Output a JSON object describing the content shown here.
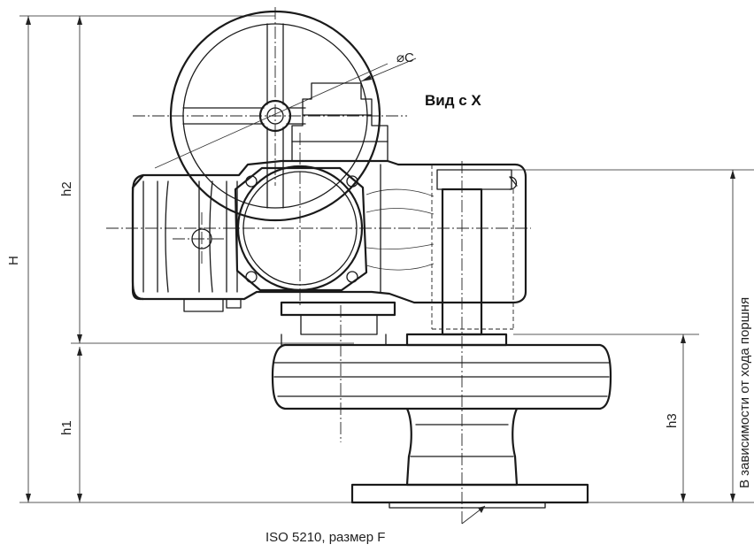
{
  "labels": {
    "view_title": "Вид с X",
    "diameter": "⌀C",
    "total_height": "H",
    "h1": "h1",
    "h2": "h2",
    "h3": "h3",
    "stroke_note": "В зависимости от хода поршня",
    "flange_note": "ISO 5210, размер F"
  }
}
